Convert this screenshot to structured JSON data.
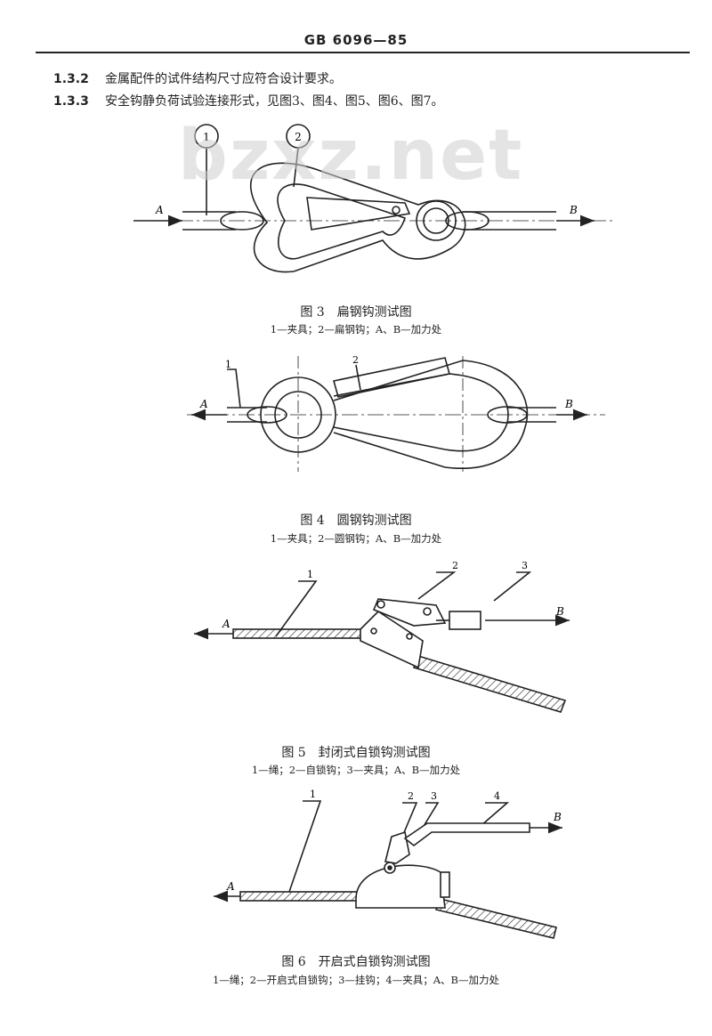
{
  "header": {
    "title": "GB 6096—85"
  },
  "clauses": [
    {
      "num": "1.3.2",
      "text": "金属配件的试件结构尺寸应符合设计要求。"
    },
    {
      "num": "1.3.3",
      "text": "安全钩静负荷试验连接形式，见图3、图4、图5、图6、图7。"
    }
  ],
  "watermark": "bzxz.net",
  "figures": [
    {
      "caption": "图 3　扁钢钩测试图",
      "legend": "1—夹具；2—扁钢钩；A、B—加力处",
      "labels": {
        "l1": "1",
        "l2": "2",
        "a": "A",
        "b": "B"
      }
    },
    {
      "caption": "图 4　圆钢钩测试图",
      "legend": "1—夹具；2—圆钢钩；A、B—加力处",
      "labels": {
        "l1": "1",
        "l2": "2",
        "a": "A",
        "b": "B"
      }
    },
    {
      "caption": "图 5　封闭式自锁钩测试图",
      "legend": "1—绳；2—自锁钩；3—夹具；A、B—加力处",
      "labels": {
        "l1": "1",
        "l2": "2",
        "l3": "3",
        "a": "A",
        "b": "B"
      }
    },
    {
      "caption": "图 6　开启式自锁钩测试图",
      "legend": "1—绳；2—开启式自锁钩；3—挂钩；4—夹具；A、B—加力处",
      "labels": {
        "l1": "1",
        "l2": "2",
        "l3": "3",
        "l4": "4",
        "a": "A",
        "b": "B"
      }
    }
  ]
}
